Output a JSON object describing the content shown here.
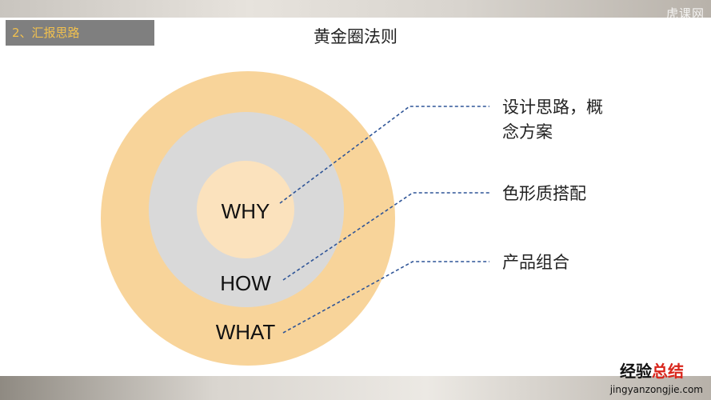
{
  "section_tag": "2、汇报思路",
  "title": "黄金圈法则",
  "rings": {
    "inner": "WHY",
    "middle": "HOW",
    "outer": "WHAT"
  },
  "descriptions": {
    "why_line1": "设计思路，概",
    "why_line2": "念方案",
    "how": "色形质搭配",
    "what": "产品组合"
  },
  "colors": {
    "outer_ring": "#f8d49a",
    "middle_ring": "#d9d9d9",
    "inner_circle": "#fbe2bd",
    "connector": "#2f5597",
    "tag_bg": "#7f7f7f",
    "tag_text": "#f2c14e"
  },
  "watermark": {
    "top": "虎课网",
    "brand_black": "经验",
    "brand_red": "总结",
    "url": "jingyanzongjie.com"
  }
}
